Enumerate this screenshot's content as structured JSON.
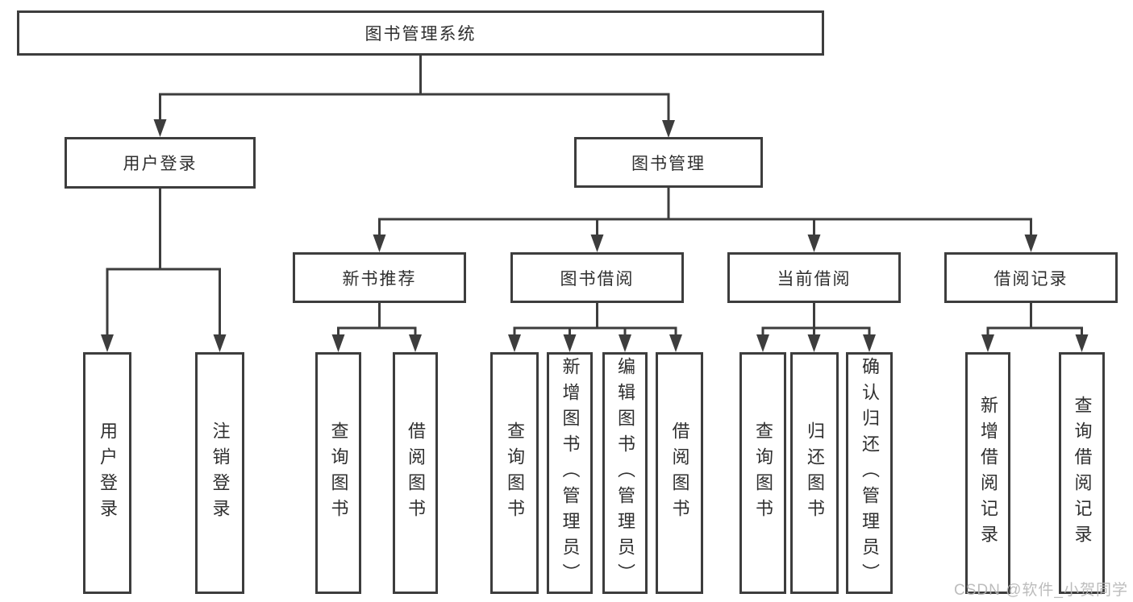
{
  "diagram": {
    "root": {
      "label": "图书管理系统"
    },
    "level2": {
      "user_login": {
        "label": "用户登录"
      },
      "book_mgmt": {
        "label": "图书管理"
      }
    },
    "level3": {
      "new_book_rec": {
        "label": "新书推荐"
      },
      "book_borrow": {
        "label": "图书借阅"
      },
      "current_borrow": {
        "label": "当前借阅"
      },
      "borrow_record": {
        "label": "借阅记录"
      }
    },
    "leaves": {
      "user_login_leaf": {
        "label": "用户登录"
      },
      "logout": {
        "label": "注销登录"
      },
      "query_books_rec": {
        "label": "查询图书"
      },
      "borrow_books_rec": {
        "label": "借阅图书"
      },
      "query_books_borrow": {
        "label": "查询图书"
      },
      "add_books": {
        "label": "新增图书（管理员）"
      },
      "edit_books": {
        "label": "编辑图书（管理员）"
      },
      "borrow_books": {
        "label": "借阅图书"
      },
      "query_books_current": {
        "label": "查询图书"
      },
      "return_books": {
        "label": "归还图书"
      },
      "confirm_return": {
        "label": "确认归还（管理员）"
      },
      "add_borrow_record": {
        "label": "新增借阅记录"
      },
      "query_borrow_record": {
        "label": "查询借阅记录"
      }
    }
  },
  "watermark": {
    "text": "CSDN @软件_小贺同学"
  },
  "colors": {
    "line": "#3d3d3d",
    "text": "#2f2f2f",
    "watermark": "#b5b5b5",
    "background": "#ffffff"
  }
}
